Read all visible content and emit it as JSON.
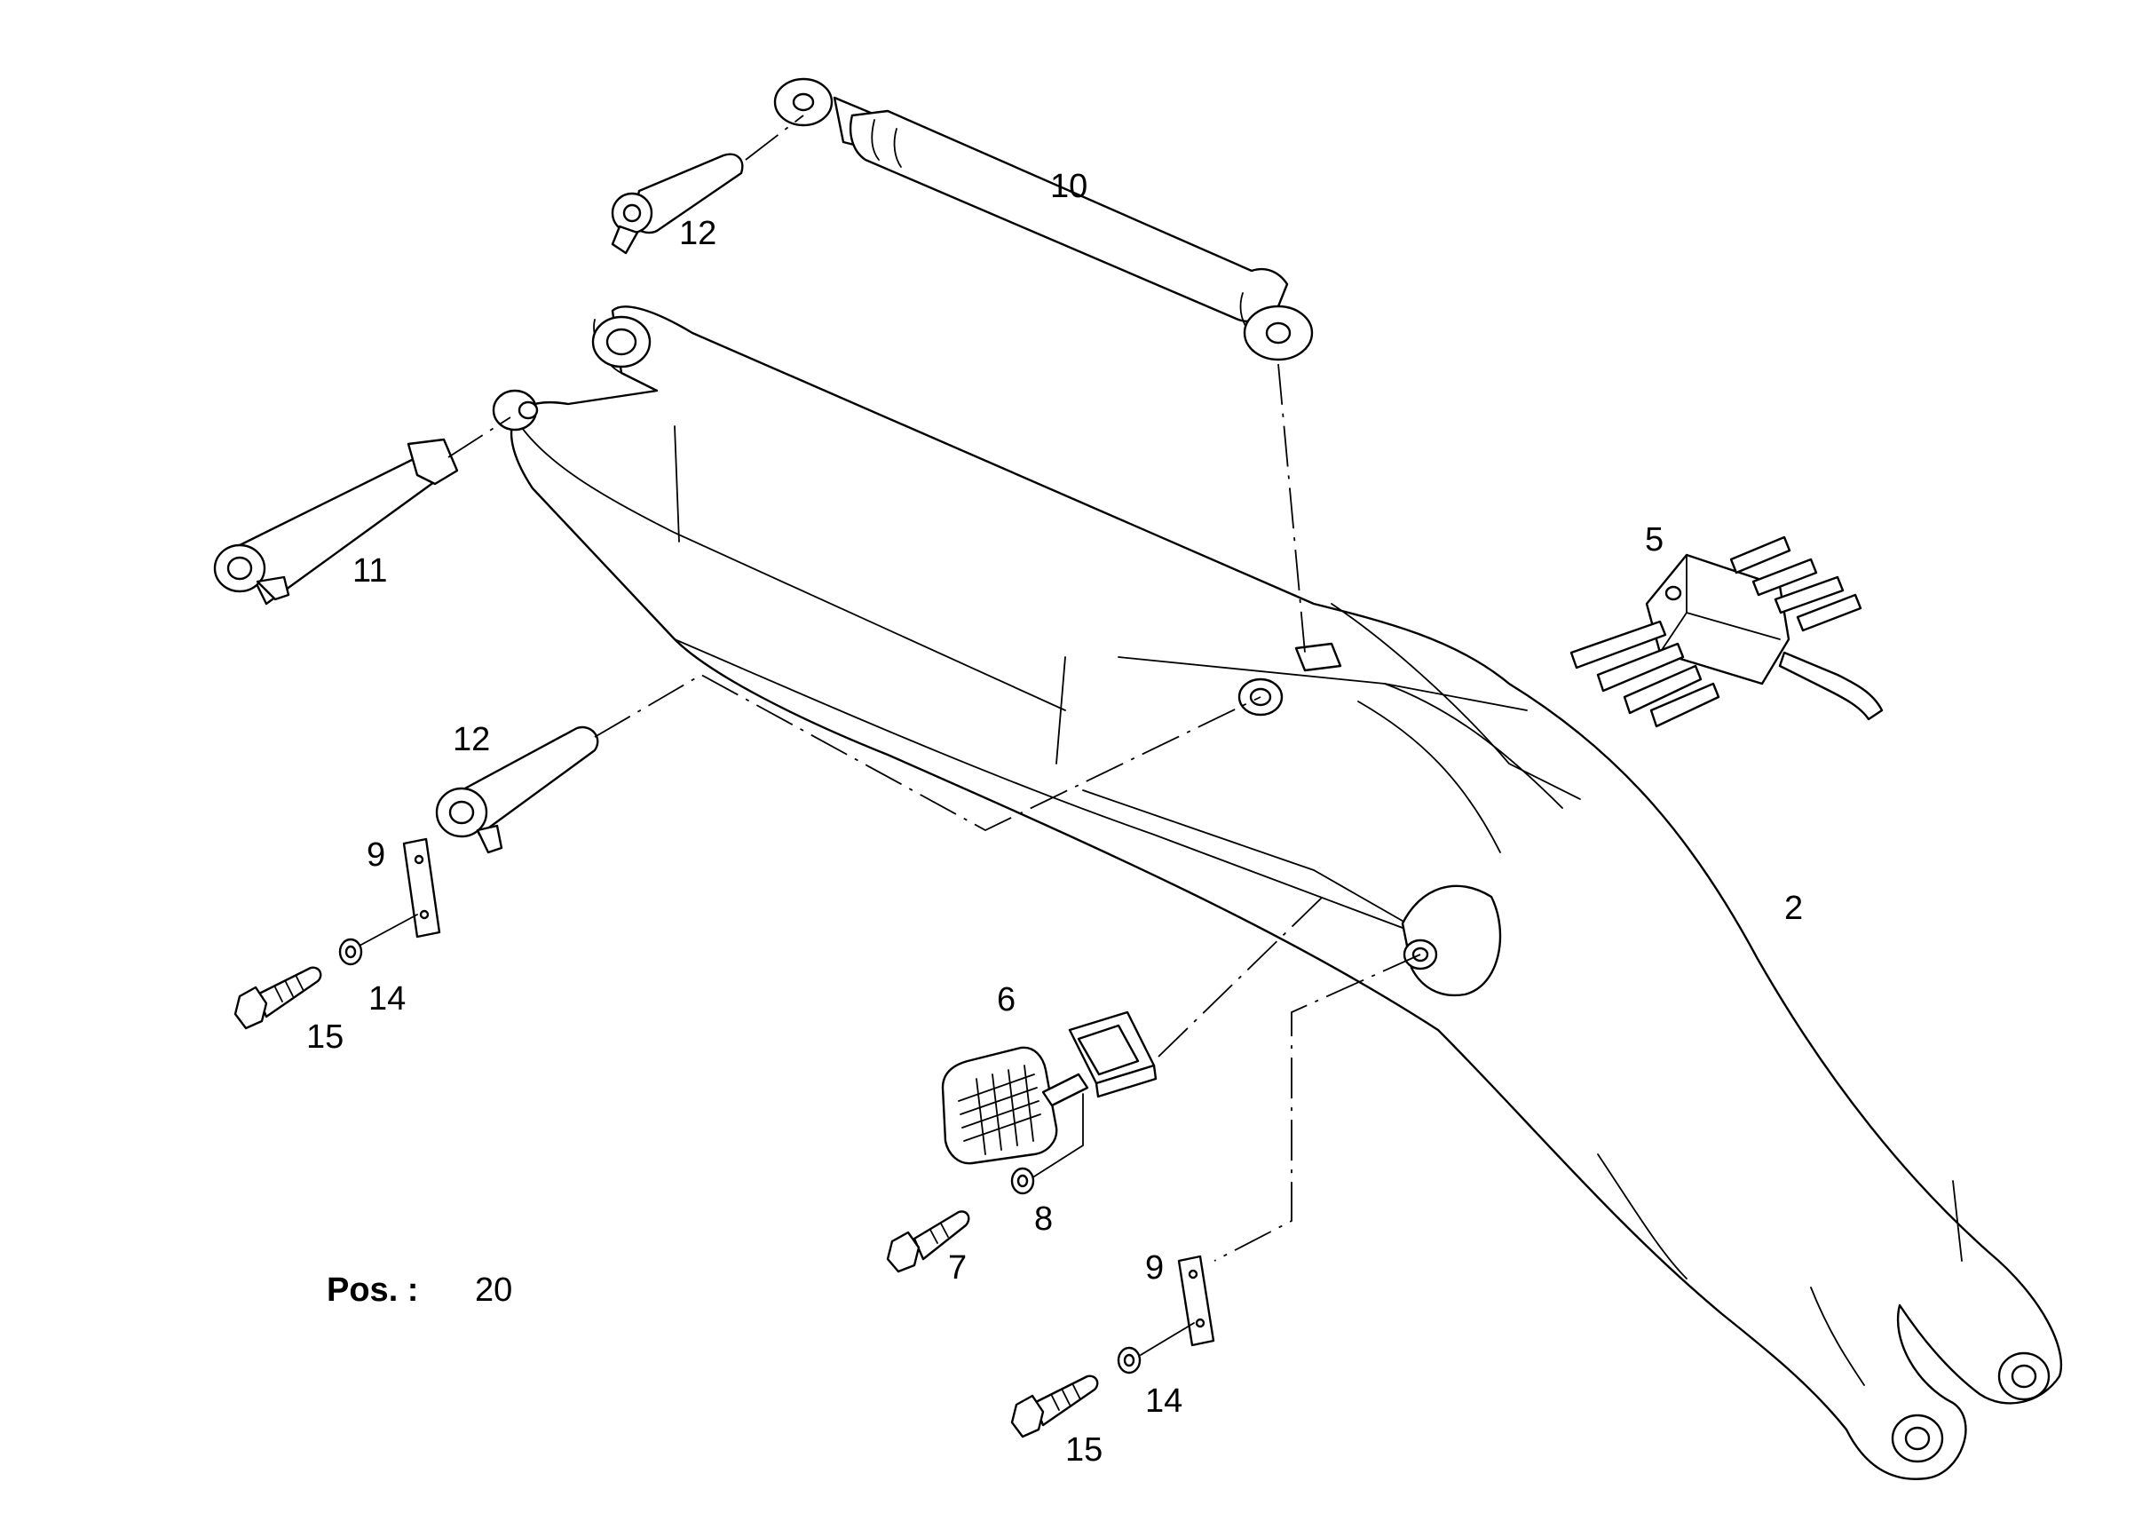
{
  "diagram": {
    "callouts": {
      "c2": "2",
      "c5": "5",
      "c6": "6",
      "c7": "7",
      "c8": "8",
      "c9a": "9",
      "c9b": "9",
      "c10": "10",
      "c11": "11",
      "c12a": "12",
      "c12b": "12",
      "c14a": "14",
      "c14b": "14",
      "c15a": "15",
      "c15b": "15"
    },
    "position": {
      "label": "Pos. :",
      "value": "20"
    }
  }
}
